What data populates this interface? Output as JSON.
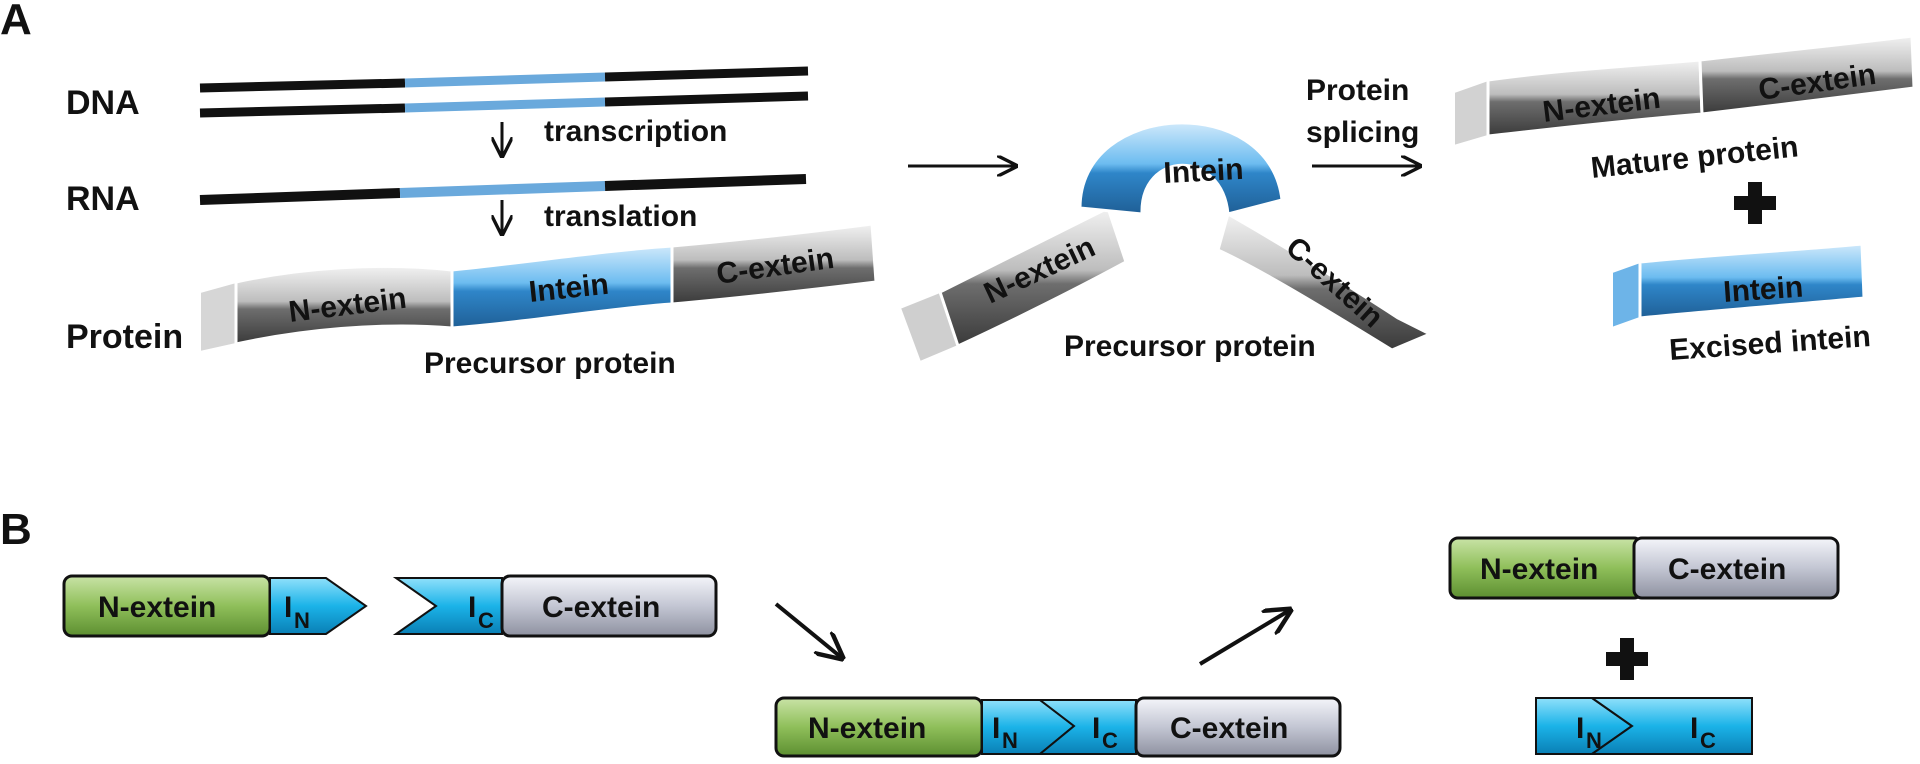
{
  "panel_a": {
    "letter": "A",
    "dna_label": "DNA",
    "rna_label": "RNA",
    "protein_label": "Protein",
    "transcription_label": "transcription",
    "translation_label": "translation",
    "precursor_left_caption": "Precursor protein",
    "precursor_middle_caption": "Precursor protein",
    "splicing_label_line1": "Protein",
    "splicing_label_line2": "splicing",
    "mature_caption": "Mature protein",
    "excised_caption": "Excised intein",
    "n_extein": "N-extein",
    "intein": "Intein",
    "c_extein": "C-extein"
  },
  "panel_b": {
    "letter": "B",
    "n_extein": "N-extein",
    "c_extein": "C-extein",
    "intein_letter": "I",
    "n_sub": "N",
    "c_sub": "C"
  },
  "colors": {
    "intein_blue": "#5aaee6",
    "intein_cyan": "#1bb3e8",
    "extein_grey": "#a8a8a8",
    "n_extein_green": "#8fbf5a",
    "c_extein_silver": "#c8cad6",
    "dna_black": "#111111"
  },
  "icons": {
    "plus": "plus-icon",
    "arrow": "arrow-icon"
  }
}
